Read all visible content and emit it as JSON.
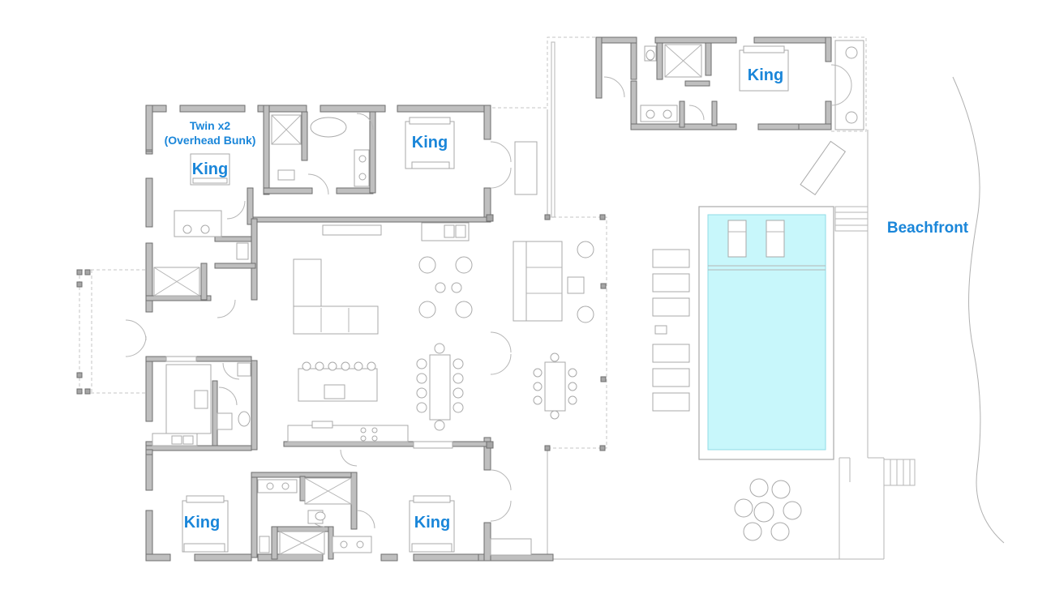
{
  "rooms": [
    {
      "id": "nw-bedroom",
      "label": "King"
    },
    {
      "id": "nw-bedroom-bunk-line1",
      "label": "Twin x2"
    },
    {
      "id": "nw-bedroom-bunk-line2",
      "label": "(Overhead Bunk)"
    },
    {
      "id": "north-bedroom",
      "label": "King"
    },
    {
      "id": "guest-house-bedroom",
      "label": "King"
    },
    {
      "id": "sw-bedroom",
      "label": "King"
    },
    {
      "id": "south-bedroom",
      "label": "King"
    }
  ],
  "site": {
    "beach_label": "Beachfront"
  },
  "colors": {
    "label": "#1a86d9",
    "wall": "#bfbfbf",
    "pool": "#c8f7fb"
  }
}
